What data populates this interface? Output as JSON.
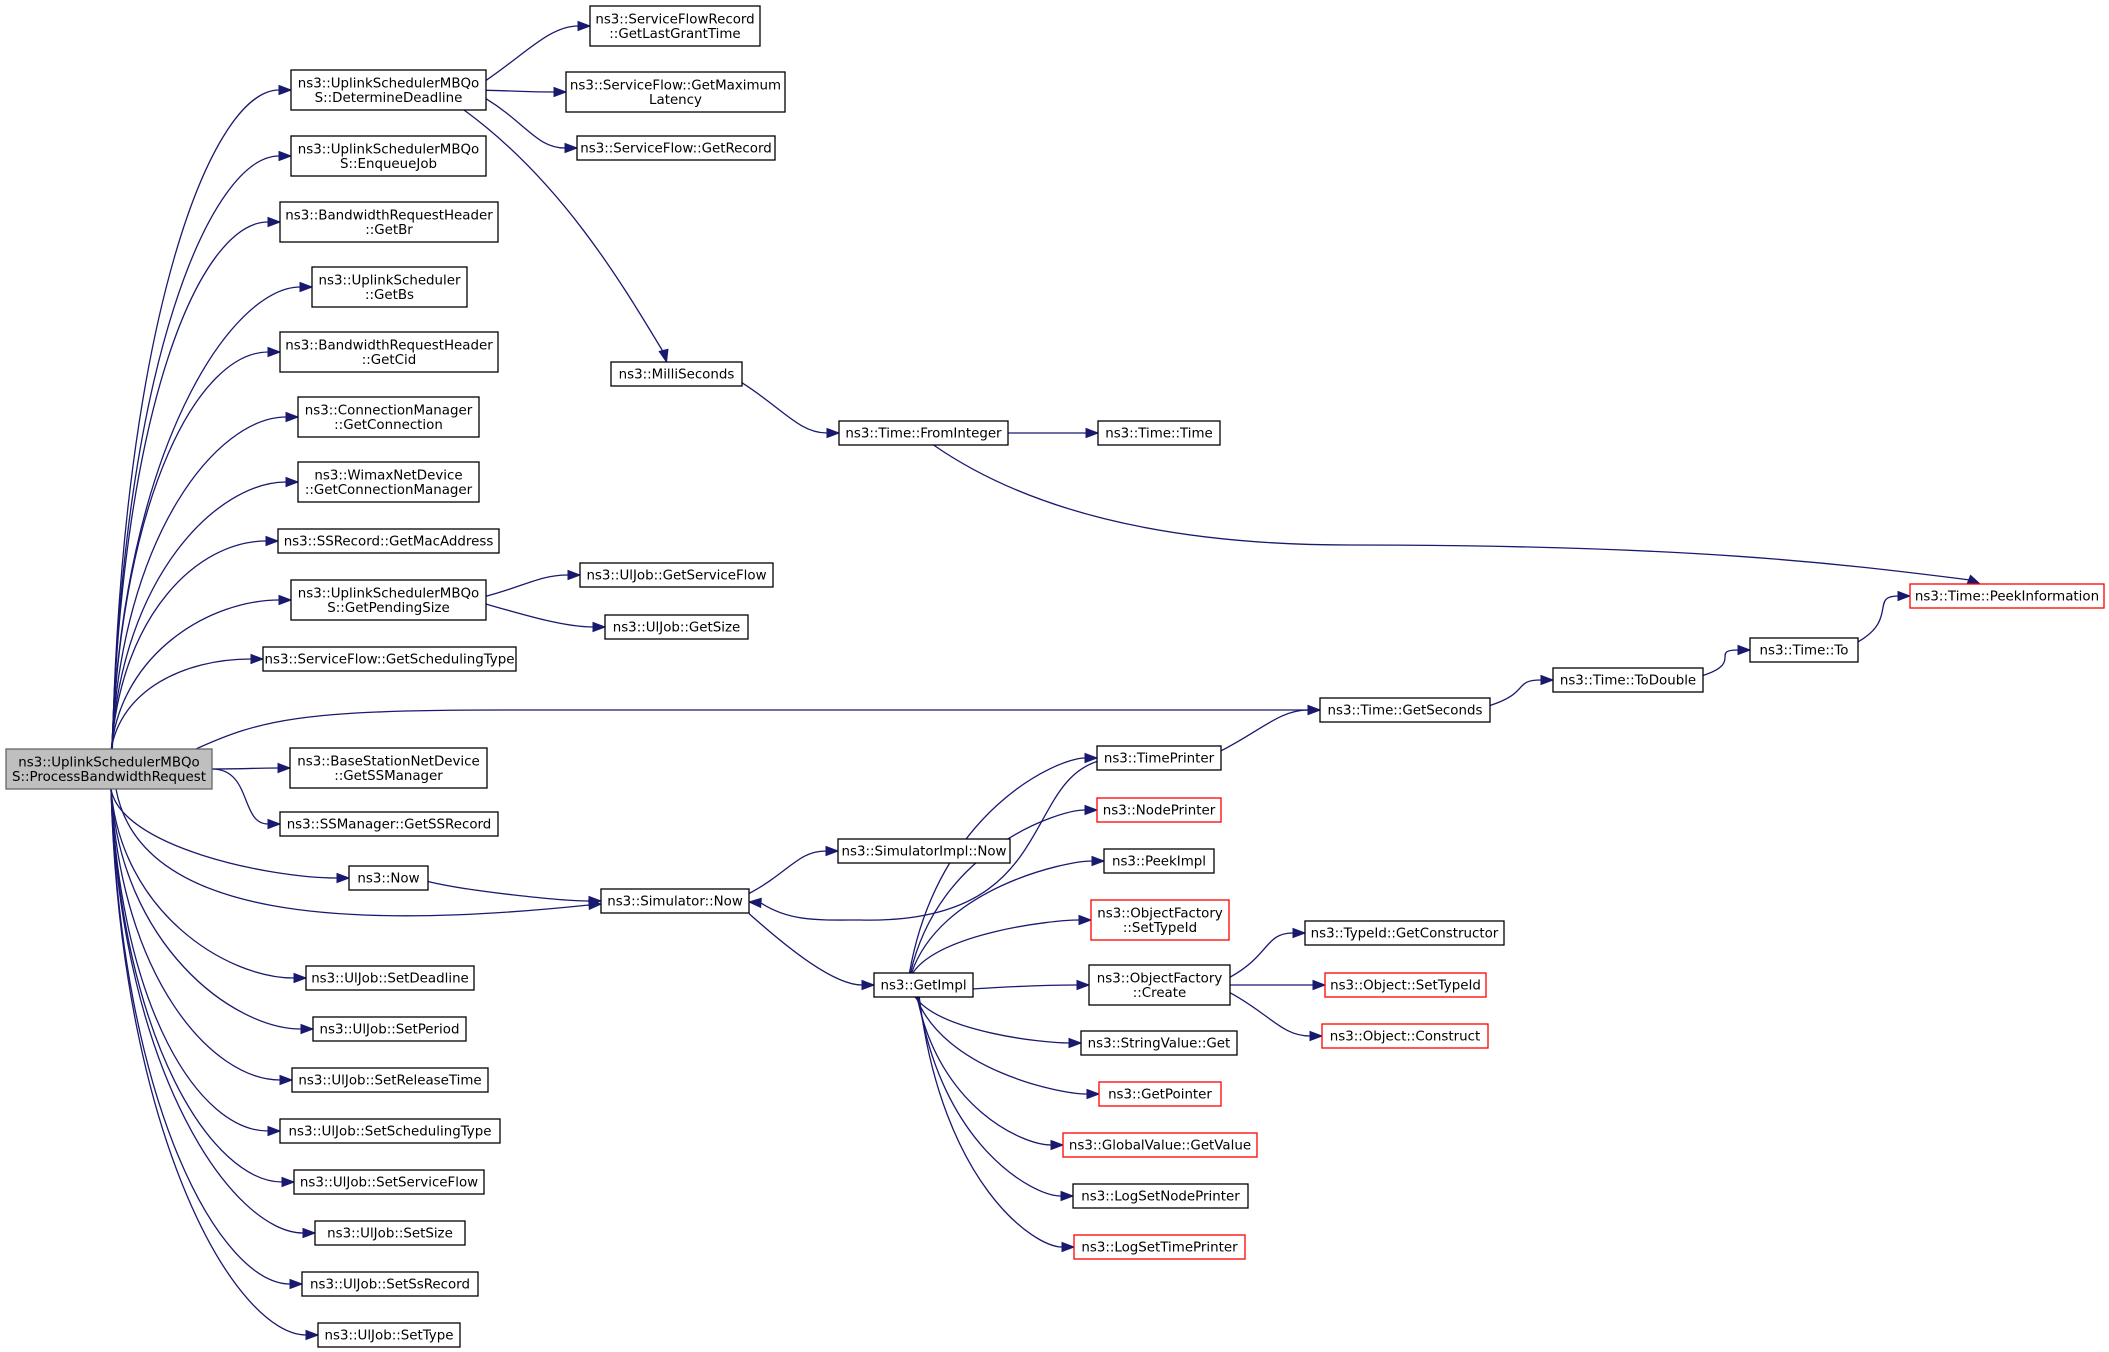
{
  "colors": {
    "edge": "#191970",
    "node_border": "#000000",
    "node_fill": "#ffffff",
    "focus_fill": "#bfbfbf",
    "focus_border": "#666666",
    "truncated_border": "#ff0000"
  },
  "nodes": {
    "root": {
      "lines": [
        "ns3::UplinkSchedulerMBQo",
        "S::ProcessBandwidthRequest"
      ],
      "style": "focus"
    },
    "determine_deadline": {
      "lines": [
        "ns3::UplinkSchedulerMBQo",
        "S::DetermineDeadline"
      ],
      "style": "normal"
    },
    "get_last_grant_time": {
      "lines": [
        "ns3::ServiceFlowRecord",
        "::GetLastGrantTime"
      ],
      "style": "normal"
    },
    "get_maximum_latency": {
      "lines": [
        "ns3::ServiceFlow::GetMaximum",
        "Latency"
      ],
      "style": "normal"
    },
    "get_record": {
      "lines": [
        "ns3::ServiceFlow::GetRecord"
      ],
      "style": "normal"
    },
    "enqueue_job": {
      "lines": [
        "ns3::UplinkSchedulerMBQo",
        "S::EnqueueJob"
      ],
      "style": "normal"
    },
    "get_br": {
      "lines": [
        "ns3::BandwidthRequestHeader",
        "::GetBr"
      ],
      "style": "normal"
    },
    "get_bs": {
      "lines": [
        "ns3::UplinkScheduler",
        "::GetBs"
      ],
      "style": "normal"
    },
    "get_cid": {
      "lines": [
        "ns3::BandwidthRequestHeader",
        "::GetCid"
      ],
      "style": "normal"
    },
    "get_connection": {
      "lines": [
        "ns3::ConnectionManager",
        "::GetConnection"
      ],
      "style": "normal"
    },
    "get_connection_manager": {
      "lines": [
        "ns3::WimaxNetDevice",
        "::GetConnectionManager"
      ],
      "style": "normal"
    },
    "get_mac_address": {
      "lines": [
        "ns3::SSRecord::GetMacAddress"
      ],
      "style": "normal"
    },
    "get_pending_size": {
      "lines": [
        "ns3::UplinkSchedulerMBQo",
        "S::GetPendingSize"
      ],
      "style": "normal"
    },
    "get_service_flow": {
      "lines": [
        "ns3::UlJob::GetServiceFlow"
      ],
      "style": "normal"
    },
    "get_size": {
      "lines": [
        "ns3::UlJob::GetSize"
      ],
      "style": "normal"
    },
    "get_scheduling_type": {
      "lines": [
        "ns3::ServiceFlow::GetSchedulingType"
      ],
      "style": "normal"
    },
    "milli_seconds": {
      "lines": [
        "ns3::MilliSeconds"
      ],
      "style": "normal"
    },
    "from_integer": {
      "lines": [
        "ns3::Time::FromInteger"
      ],
      "style": "normal"
    },
    "time_time": {
      "lines": [
        "ns3::Time::Time"
      ],
      "style": "normal"
    },
    "peek_information": {
      "lines": [
        "ns3::Time::PeekInformation"
      ],
      "style": "truncated"
    },
    "time_to": {
      "lines": [
        "ns3::Time::To"
      ],
      "style": "normal"
    },
    "to_double": {
      "lines": [
        "ns3::Time::ToDouble"
      ],
      "style": "normal"
    },
    "get_seconds": {
      "lines": [
        "ns3::Time::GetSeconds"
      ],
      "style": "normal"
    },
    "get_ss_manager": {
      "lines": [
        "ns3::BaseStationNetDevice",
        "::GetSSManager"
      ],
      "style": "normal"
    },
    "get_ss_record": {
      "lines": [
        "ns3::SSManager::GetSSRecord"
      ],
      "style": "normal"
    },
    "now": {
      "lines": [
        "ns3::Now"
      ],
      "style": "normal"
    },
    "simulator_now": {
      "lines": [
        "ns3::Simulator::Now"
      ],
      "style": "normal"
    },
    "simulator_impl_now": {
      "lines": [
        "ns3::SimulatorImpl::Now"
      ],
      "style": "normal"
    },
    "get_impl": {
      "lines": [
        "ns3::GetImpl"
      ],
      "style": "normal"
    },
    "time_printer": {
      "lines": [
        "ns3::TimePrinter"
      ],
      "style": "normal"
    },
    "node_printer": {
      "lines": [
        "ns3::NodePrinter"
      ],
      "style": "truncated"
    },
    "peek_impl": {
      "lines": [
        "ns3::PeekImpl"
      ],
      "style": "normal"
    },
    "object_factory_set_type_id": {
      "lines": [
        "ns3::ObjectFactory",
        "::SetTypeId"
      ],
      "style": "truncated"
    },
    "object_factory_create": {
      "lines": [
        "ns3::ObjectFactory",
        "::Create"
      ],
      "style": "normal"
    },
    "type_id_get_constructor": {
      "lines": [
        "ns3::TypeId::GetConstructor"
      ],
      "style": "normal"
    },
    "object_set_type_id": {
      "lines": [
        "ns3::Object::SetTypeId"
      ],
      "style": "truncated"
    },
    "object_construct": {
      "lines": [
        "ns3::Object::Construct"
      ],
      "style": "truncated"
    },
    "string_value_get": {
      "lines": [
        "ns3::StringValue::Get"
      ],
      "style": "normal"
    },
    "get_pointer": {
      "lines": [
        "ns3::GetPointer"
      ],
      "style": "truncated"
    },
    "global_value_get_value": {
      "lines": [
        "ns3::GlobalValue::GetValue"
      ],
      "style": "truncated"
    },
    "log_set_node_printer": {
      "lines": [
        "ns3::LogSetNodePrinter"
      ],
      "style": "normal"
    },
    "log_set_time_printer": {
      "lines": [
        "ns3::LogSetTimePrinter"
      ],
      "style": "truncated"
    },
    "set_deadline": {
      "lines": [
        "ns3::UlJob::SetDeadline"
      ],
      "style": "normal"
    },
    "set_period": {
      "lines": [
        "ns3::UlJob::SetPeriod"
      ],
      "style": "normal"
    },
    "set_release_time": {
      "lines": [
        "ns3::UlJob::SetReleaseTime"
      ],
      "style": "normal"
    },
    "set_scheduling_type": {
      "lines": [
        "ns3::UlJob::SetSchedulingType"
      ],
      "style": "normal"
    },
    "set_service_flow": {
      "lines": [
        "ns3::UlJob::SetServiceFlow"
      ],
      "style": "normal"
    },
    "set_size": {
      "lines": [
        "ns3::UlJob::SetSize"
      ],
      "style": "normal"
    },
    "set_ss_record": {
      "lines": [
        "ns3::UlJob::SetSsRecord"
      ],
      "style": "normal"
    },
    "set_type": {
      "lines": [
        "ns3::UlJob::SetType"
      ],
      "style": "normal"
    }
  },
  "edges": [
    [
      "root",
      "determine_deadline"
    ],
    [
      "root",
      "enqueue_job"
    ],
    [
      "root",
      "get_br"
    ],
    [
      "root",
      "get_bs"
    ],
    [
      "root",
      "get_cid"
    ],
    [
      "root",
      "get_connection"
    ],
    [
      "root",
      "get_connection_manager"
    ],
    [
      "root",
      "get_mac_address"
    ],
    [
      "root",
      "get_pending_size"
    ],
    [
      "root",
      "get_scheduling_type"
    ],
    [
      "root",
      "get_seconds"
    ],
    [
      "root",
      "get_ss_manager"
    ],
    [
      "root",
      "get_ss_record"
    ],
    [
      "root",
      "now"
    ],
    [
      "root",
      "simulator_now"
    ],
    [
      "root",
      "set_deadline"
    ],
    [
      "root",
      "set_period"
    ],
    [
      "root",
      "set_release_time"
    ],
    [
      "root",
      "set_scheduling_type"
    ],
    [
      "root",
      "set_service_flow"
    ],
    [
      "root",
      "set_size"
    ],
    [
      "root",
      "set_ss_record"
    ],
    [
      "root",
      "set_type"
    ],
    [
      "determine_deadline",
      "get_last_grant_time"
    ],
    [
      "determine_deadline",
      "get_maximum_latency"
    ],
    [
      "determine_deadline",
      "get_record"
    ],
    [
      "determine_deadline",
      "milli_seconds"
    ],
    [
      "get_pending_size",
      "get_service_flow"
    ],
    [
      "get_pending_size",
      "get_size"
    ],
    [
      "milli_seconds",
      "from_integer"
    ],
    [
      "from_integer",
      "time_time"
    ],
    [
      "from_integer",
      "peek_information"
    ],
    [
      "get_seconds",
      "to_double"
    ],
    [
      "to_double",
      "time_to"
    ],
    [
      "time_to",
      "peek_information"
    ],
    [
      "now",
      "simulator_now"
    ],
    [
      "simulator_now",
      "simulator_impl_now"
    ],
    [
      "simulator_now",
      "get_impl"
    ],
    [
      "time_printer",
      "get_seconds"
    ],
    [
      "time_printer",
      "simulator_now"
    ],
    [
      "get_impl",
      "time_printer"
    ],
    [
      "get_impl",
      "node_printer"
    ],
    [
      "get_impl",
      "peek_impl"
    ],
    [
      "get_impl",
      "object_factory_set_type_id"
    ],
    [
      "get_impl",
      "object_factory_create"
    ],
    [
      "get_impl",
      "string_value_get"
    ],
    [
      "get_impl",
      "get_pointer"
    ],
    [
      "get_impl",
      "global_value_get_value"
    ],
    [
      "get_impl",
      "log_set_node_printer"
    ],
    [
      "get_impl",
      "log_set_time_printer"
    ],
    [
      "object_factory_create",
      "type_id_get_constructor"
    ],
    [
      "object_factory_create",
      "object_set_type_id"
    ],
    [
      "object_factory_create",
      "object_construct"
    ]
  ]
}
